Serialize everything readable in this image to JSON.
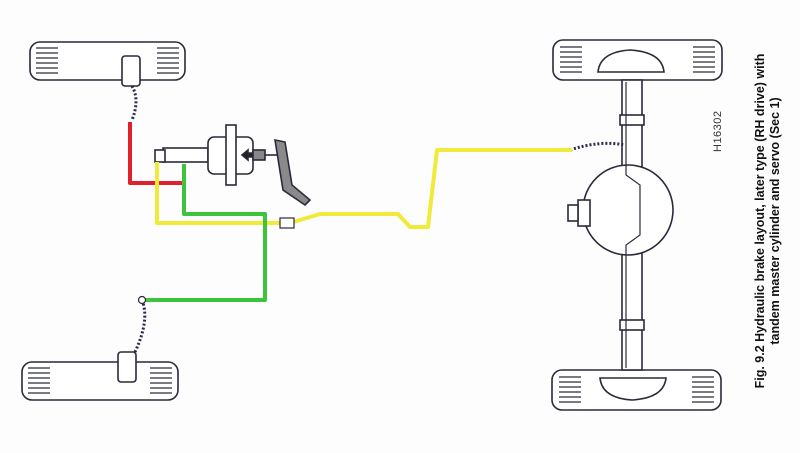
{
  "figure": {
    "caption_line1": "Fig. 9.2 Hydraulic brake layout, later type (RH drive) with",
    "caption_line2": "tandem master cylinder and servo (Sec 1)",
    "reference_code": "H16302"
  },
  "colors": {
    "circuit_red": "#e0202a",
    "circuit_yellow": "#f2ea3a",
    "circuit_green": "#3cc43c",
    "outline": "#2a2a3a"
  }
}
